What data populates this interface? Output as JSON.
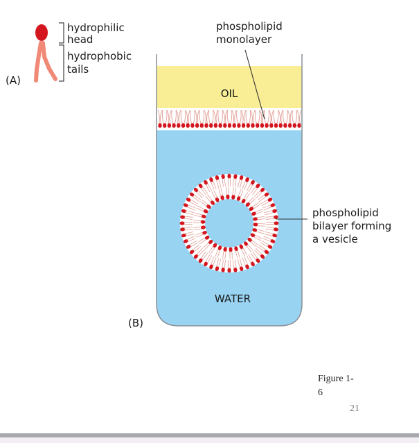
{
  "panel_a": {
    "label": "(A)",
    "head_label_1": "hydrophilic",
    "head_label_2": "head",
    "tail_label_1": "hydrophobic",
    "tail_label_2": "tails"
  },
  "panel_b": {
    "label": "(B)",
    "oil_label": "OIL",
    "water_label": "WATER",
    "monolayer_label_1": "phospholipid",
    "monolayer_label_2": "monolayer",
    "bilayer_label_1": "phospholipid",
    "bilayer_label_2": "bilayer forming",
    "bilayer_label_3": "a vesicle"
  },
  "caption": {
    "line1": "Figure 1-",
    "line2": "6"
  },
  "page_number": "21",
  "colors": {
    "oil": "#f9ee96",
    "water": "#99d3f2",
    "lipid_head": "#d4161f",
    "lipid_tail": "#f08a77",
    "tail_thin": "#e3a79f",
    "container_stroke": "#8a8f96"
  }
}
